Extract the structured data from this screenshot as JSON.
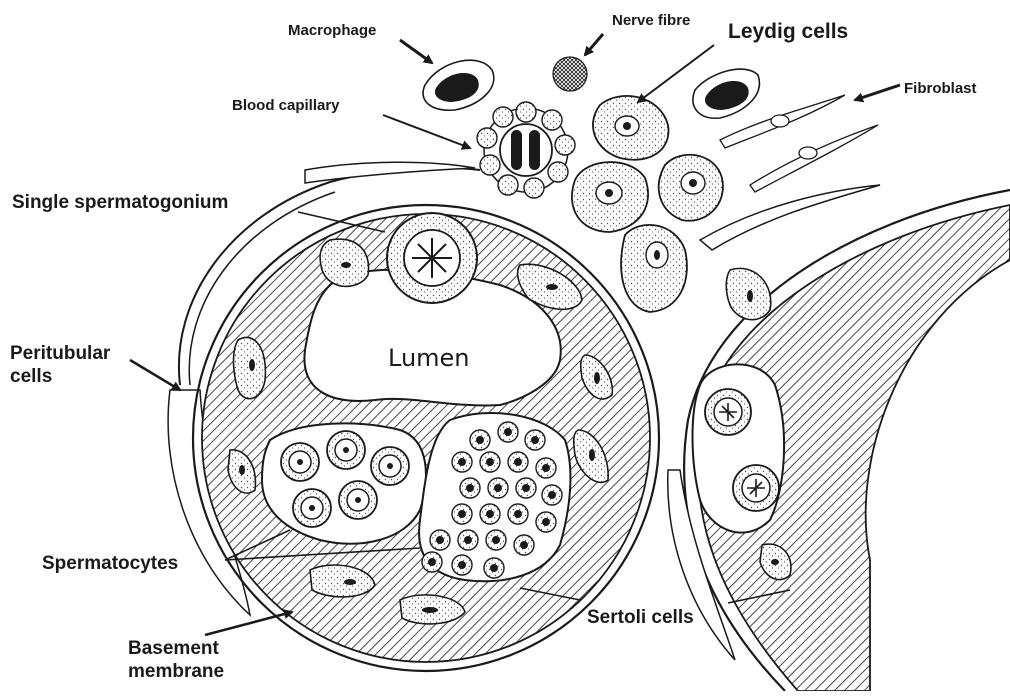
{
  "labels": {
    "macrophage": "Macrophage",
    "nerve_fibre": "Nerve fibre",
    "leydig_cells": "Leydig cells",
    "blood_capillary": "Blood capillary",
    "fibroblast": "Fibroblast",
    "single_spermatogonium": "Single spermatogonium",
    "peritubular_1": "Peritubular",
    "peritubular_2": "cells",
    "lumen": "Lumen",
    "spermatocytes": "Spermatocytes",
    "sertoli_cells": "Sertoli cells",
    "basement_1": "Basement",
    "basement_2": "membrane"
  },
  "colors": {
    "ink": "#1a1a1a",
    "background": "#ffffff",
    "stipple": "#555555"
  }
}
